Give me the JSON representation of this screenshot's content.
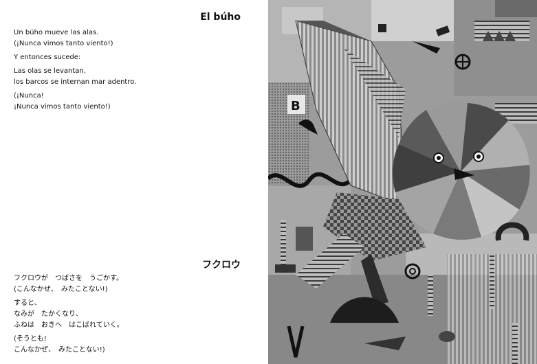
{
  "spanish": {
    "title": "El búho",
    "stanzas": [
      [
        "Un búho mueve las alas.",
        "(¡Nunca vimos tanto viento!)"
      ],
      [
        "Y entonces sucede:"
      ],
      [
        "Las olas se levantan,",
        "los barcos se internan mar adentro."
      ],
      [
        "(¡Nunca!",
        "¡Nunca vimos tanto viento!)"
      ]
    ]
  },
  "japanese": {
    "title": "フクロウ",
    "stanzas": [
      [
        "フクロウが　つばさを　うごかす。",
        "(こんなかぜ、　みたことない!)"
      ],
      [
        "すると、",
        "なみが　たかくなり、",
        "ふねは　おきへ　はこばれていく。"
      ],
      [
        "(そうとも!",
        "こんなかぜ、　みたことない!)"
      ]
    ]
  },
  "illustration": {
    "letter": "B",
    "palette": {
      "dark": "#1a1a1a",
      "mid": "#7a7a7a",
      "light": "#d8d8d8"
    }
  }
}
